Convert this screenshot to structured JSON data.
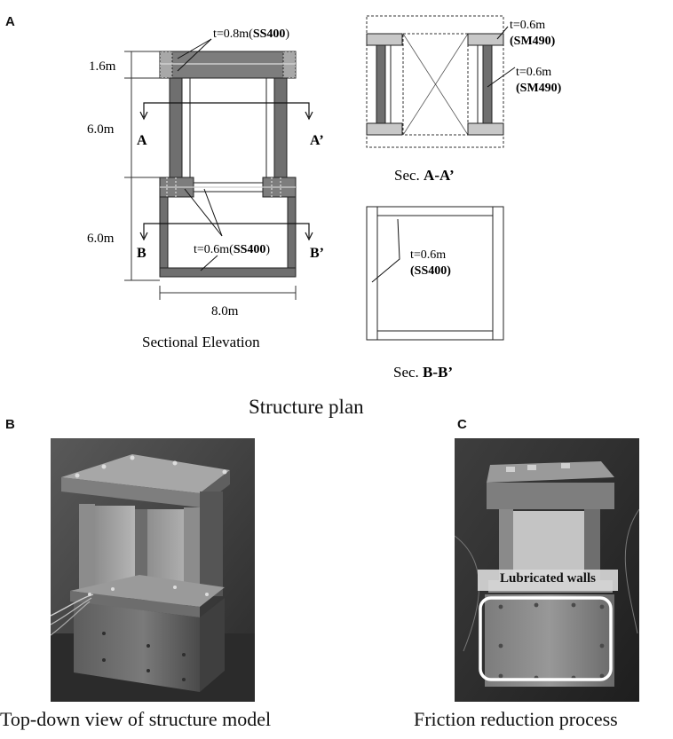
{
  "panels": {
    "a": {
      "letter": "A",
      "caption": "Structure plan",
      "elevation": {
        "dims": {
          "top": "1.6m",
          "mid": "6.0m",
          "low": "6.0m",
          "width": "8.0m"
        },
        "top_plate": {
          "t": "t=0.8m(",
          "mat": "SS400",
          "close": ")"
        },
        "lower_plate": {
          "t": "t=0.6m(",
          "mat": "SS400",
          "close": ")"
        },
        "section_marks": {
          "a": "A",
          "a2": "A’",
          "b": "B",
          "b2": "B’"
        },
        "title": "Sectional Elevation"
      },
      "sec_aa": {
        "title_prefix": "Sec.",
        "title_bold": "A-A’",
        "note1_t": "t=0.6m",
        "note1_mat": "(SM490)",
        "note2_t": "t=0.6m",
        "note2_mat": "(SM490)"
      },
      "sec_bb": {
        "title_prefix": "Sec.",
        "title_bold": "B-B’",
        "note_t": "t=0.6m",
        "note_mat": "(SS400)"
      }
    },
    "b": {
      "letter": "B",
      "caption": "Top-down view of structure model"
    },
    "c": {
      "letter": "C",
      "caption": "Friction reduction process",
      "label": "Lubricated walls"
    }
  },
  "colors": {
    "member": "#6f6f6f",
    "plate": "#8a8a8a",
    "light": "#c8c8c8",
    "line": "#1a1a1a"
  }
}
